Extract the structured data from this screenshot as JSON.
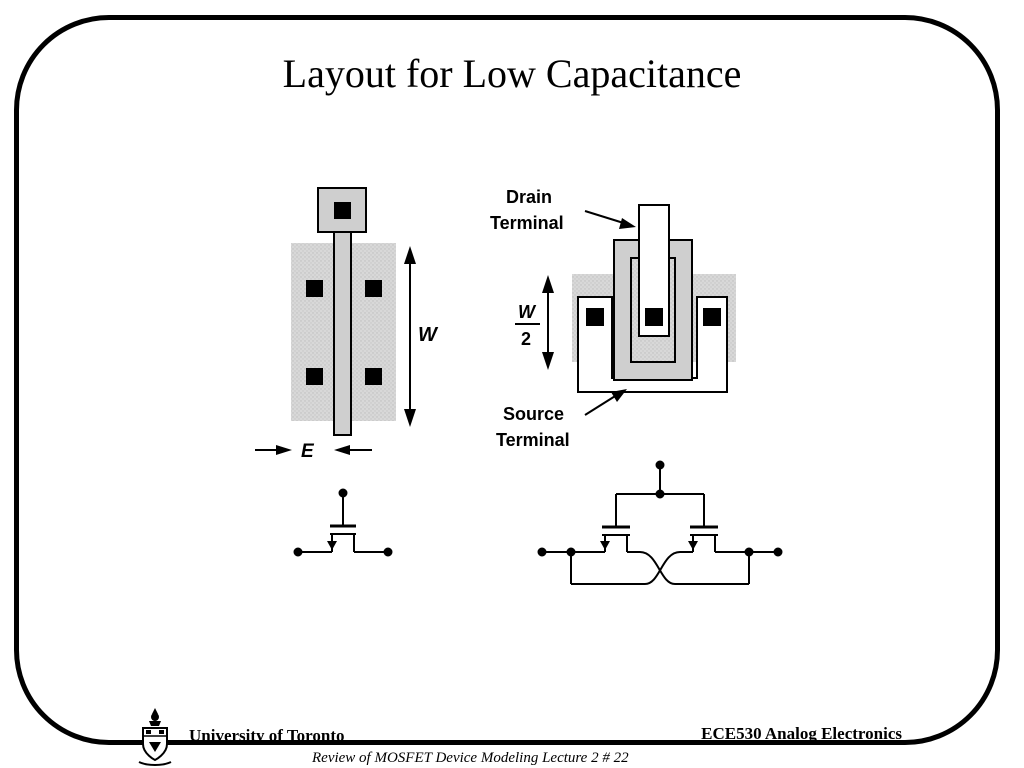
{
  "slide": {
    "title": "Layout for Low Capacitance"
  },
  "diagram": {
    "left_labels": {
      "width": "W",
      "spacing": "E"
    },
    "right_labels": {
      "drain_line1": "Drain",
      "drain_line2": "Terminal",
      "half_width_num": "W",
      "half_width_den": "2",
      "source_line1": "Source",
      "source_line2": "Terminal"
    }
  },
  "footer": {
    "university": "University of Toronto",
    "course": "ECE530 Analog Electronics",
    "subtitle": "Review of MOSFET Device Modeling Lecture 2 # 22"
  }
}
